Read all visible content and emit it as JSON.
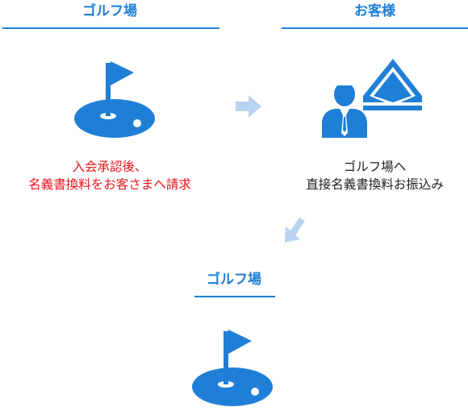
{
  "steps": [
    {
      "heading": "ゴルフ場",
      "icon": "golf-flag-icon",
      "caption": [
        "入会承認後、",
        "名義書換料をお客さまへ請求"
      ]
    },
    {
      "heading": "お客様",
      "icon": "customer-mail-icon",
      "caption": [
        "ゴルフ場へ",
        "直接名義書換料お振込み"
      ]
    },
    {
      "heading": "ゴルフ場",
      "icon": "golf-flag-icon"
    }
  ],
  "colors": {
    "accent": "#1f7fd6",
    "arrow": "#b9d4f0",
    "caption_red": "#e8141c",
    "caption_dark": "#222222"
  }
}
